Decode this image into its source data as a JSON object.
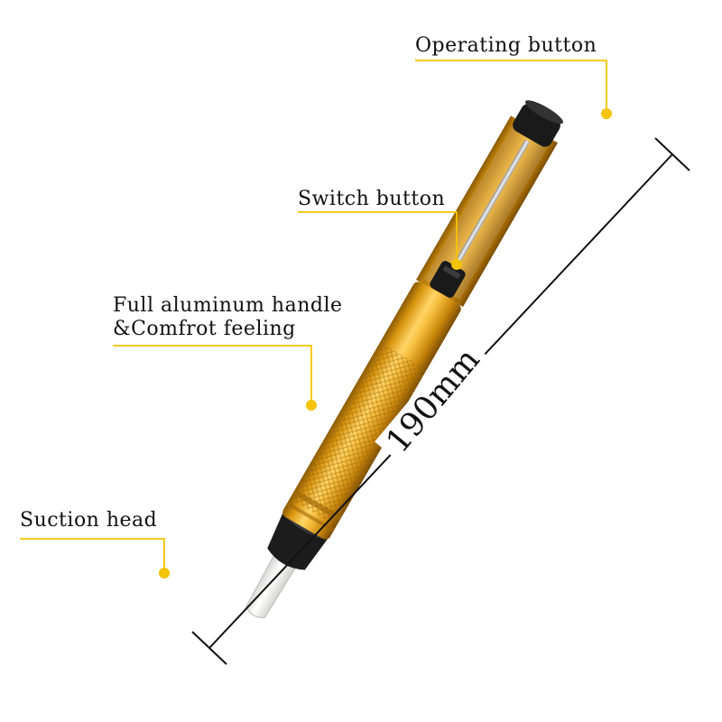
{
  "callouts": {
    "operating_button": "Operating button",
    "switch_button": "Switch button",
    "handle_line1": "Full aluminum handle",
    "handle_line2": "&Comfrot feeling",
    "suction_head": "Suction head"
  },
  "dimension": {
    "length": "190mm"
  },
  "colors": {
    "callout_line": "#f5c400",
    "body_gold": "#e5a817",
    "cap_black": "#1a1a1a",
    "nozzle_white": "#f0f0ee"
  }
}
